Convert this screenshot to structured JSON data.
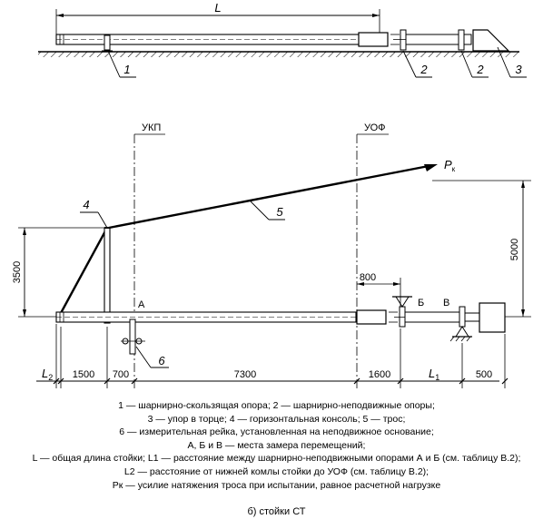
{
  "top_view": {
    "dim_L": "L",
    "callouts": [
      "1",
      "2",
      "2",
      "3"
    ]
  },
  "main_view": {
    "ref_ukp": "УКП",
    "ref_uof": "УОФ",
    "load_P": "P",
    "load_P_sub": "к",
    "callouts": [
      "4",
      "5",
      "6"
    ],
    "points": [
      "А",
      "Б",
      "В"
    ],
    "dim_height_left": "3500",
    "dim_height_right": "5000",
    "dim_800": "800",
    "bottom_dims": {
      "L2": "L",
      "L2_sub": "2",
      "d1500": "1500",
      "d700": "700",
      "d7300": "7300",
      "d1600": "1600",
      "L1": "L",
      "L1_sub": "1",
      "d500": "500"
    }
  },
  "legend": [
    "1 — шарнирно-скользящая опора; 2 — шарнирно-неподвижные опоры;",
    "3 — упор в торце; 4 — горизонтальная консоль; 5 — трос;",
    "6 — измерительная рейка, установленная на неподвижное основание;",
    "А, Б и В — места замера перемещений;",
    "L — общая длина стойки; L1 — расстояние между шарнирно-неподвижными опорами А и Б (см. таблицу В.2);",
    "L2 — расстояние от нижней комлы стойки до УОФ (см. таблицу В.2);",
    "Pк — усилие натяжения троса при испытании, равное расчетной нагрузке"
  ],
  "caption": "б) стойки СТ"
}
